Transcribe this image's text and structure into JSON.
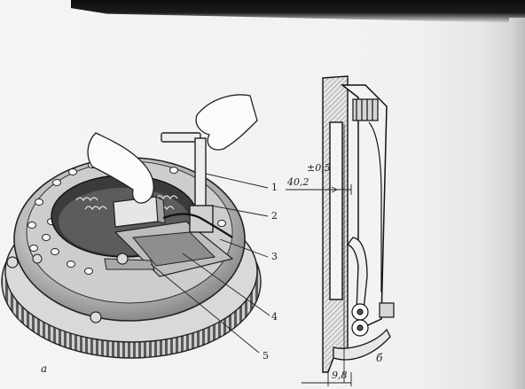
{
  "callouts": [
    "1",
    "2",
    "3",
    "4",
    "5"
  ],
  "dimensions": {
    "tolerance": "±0,5",
    "height": "40,2",
    "offset": "9,8"
  },
  "panel_labels": {
    "left": "а",
    "right": "б"
  }
}
